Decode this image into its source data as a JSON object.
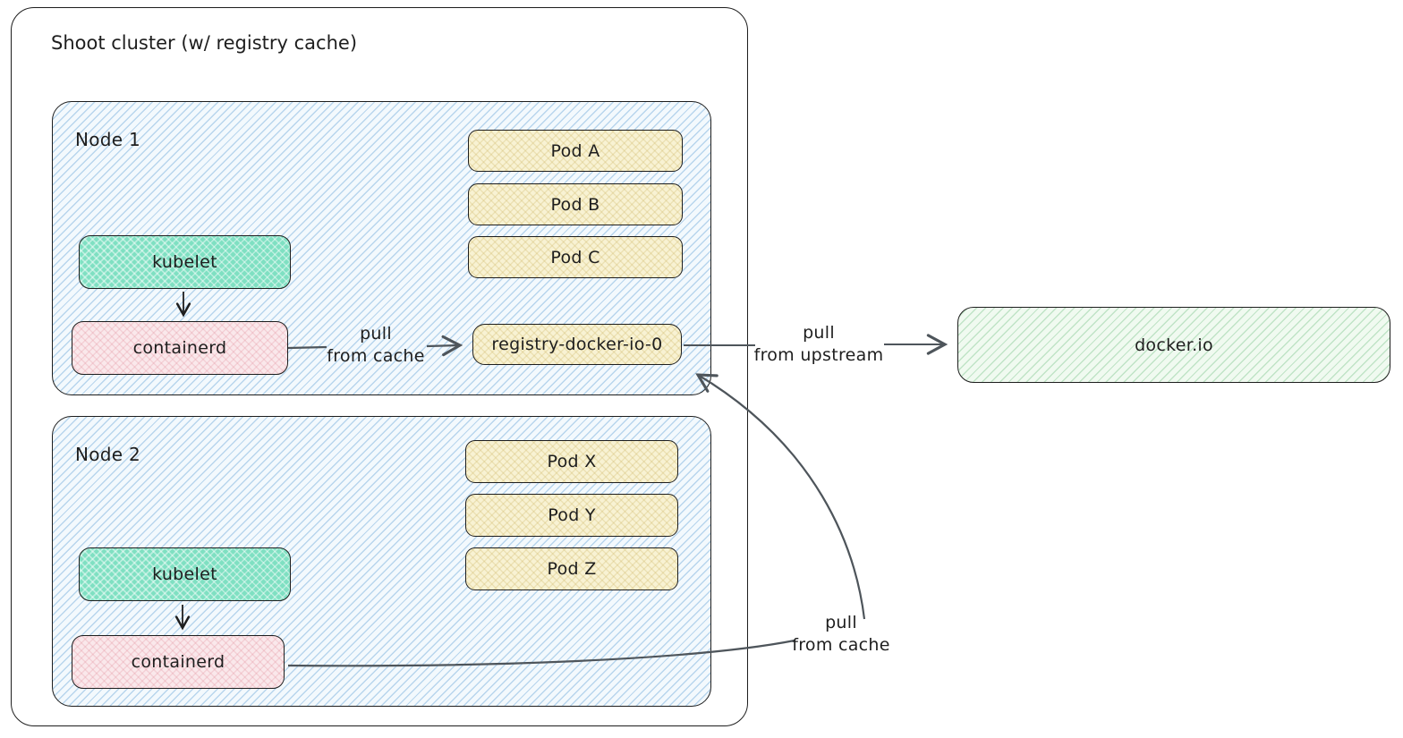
{
  "cluster": {
    "title": "Shoot cluster (w/ registry cache)"
  },
  "nodes": [
    {
      "title": "Node 1",
      "kubelet": "kubelet",
      "containerd": "containerd",
      "pods": [
        "Pod A",
        "Pod B",
        "Pod C"
      ]
    },
    {
      "title": "Node 2",
      "kubelet": "kubelet",
      "containerd": "containerd",
      "pods": [
        "Pod X",
        "Pod Y",
        "Pod Z"
      ]
    }
  ],
  "registry_cache": {
    "label": "registry-docker-io-0"
  },
  "upstream_registry": {
    "label": "docker.io"
  },
  "edge_labels": {
    "node1_pull": {
      "line1": "pull",
      "line2": "from cache"
    },
    "upstream_pull": {
      "line1": "pull",
      "line2": "from upstream"
    },
    "node2_pull": {
      "line1": "pull",
      "line2": "from cache"
    }
  },
  "colors": {
    "node_fill": "#f3f9fd",
    "node_hatch": "#7db2dd",
    "kubelet_fill": "#7fe0c2",
    "containerd_fill": "#fae8eb",
    "pod_fill": "#f8f2d3",
    "dockerio_fill": "#f0faf0",
    "box_stroke": "#1e1e1e",
    "arrow_stroke": "#4e555b"
  }
}
